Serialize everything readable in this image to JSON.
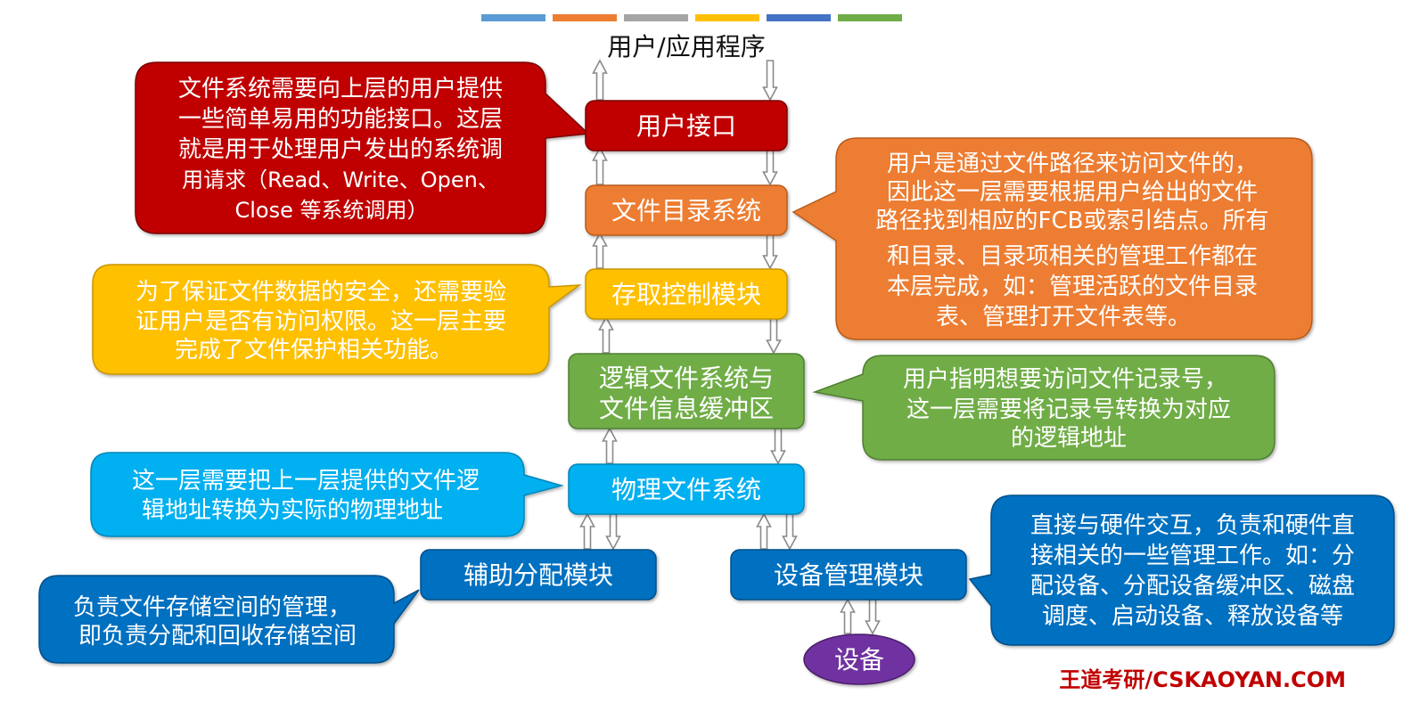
{
  "colors": {
    "red": "#c00000",
    "orange": "#ed7d31",
    "gold": "#ffc000",
    "green": "#70ad47",
    "sky": "#00b0f0",
    "blue": "#0070c0",
    "purple": "#7030a0",
    "brand": "#c00000"
  },
  "title_bar_colors": [
    "#5b9bd5",
    "#ed7d31",
    "#a5a5a5",
    "#ffc000",
    "#4472c4",
    "#70ad47"
  ],
  "top_label": "用户/应用程序",
  "layers": {
    "user_interface": "用户接口",
    "directory_system": "文件目录系统",
    "access_control": "存取控制模块",
    "logical_fs": [
      "逻辑文件系统与",
      "文件信息缓冲区"
    ],
    "physical_fs": "物理文件系统",
    "allocation": "辅助分配模块",
    "device_mgmt": "设备管理模块",
    "device": "设备"
  },
  "callouts": {
    "user_interface": [
      "文件系统需要向上层的用户提供",
      "一些简单易用的功能接口。这层",
      "就是用于处理用户发出的系统调",
      "用请求（Read、Write、Open、",
      "Close 等系统调用）"
    ],
    "directory_system": [
      "用户是通过文件路径来访问文件的，",
      "因此这一层需要根据用户给出的文件",
      "路径找到相应的FCB或索引结点。所有",
      "和目录、目录项相关的管理工作都在",
      "本层完成，如：管理活跃的文件目录",
      "表、管理打开文件表等。"
    ],
    "access_control": [
      "为了保证文件数据的安全，还需要验",
      "证用户是否有访问权限。这一层主要",
      "完成了文件保护相关功能。"
    ],
    "logical_fs": [
      "用户指明想要访问文件记录号，",
      "这一层需要将记录号转换为对应",
      "的逻辑地址"
    ],
    "physical_fs": [
      "这一层需要把上一层提供的文件逻",
      "辑地址转换为实际的物理地址"
    ],
    "allocation": [
      "负责文件存储空间的管理，",
      "即负责分配和回收存储空间"
    ],
    "device_mgmt": [
      "直接与硬件交互，负责和硬件直",
      "接相关的一些管理工作。如：分",
      "配设备、分配设备缓冲区、磁盘",
      "调度、启动设备、释放设备等"
    ]
  },
  "brand": "王道考研/CSKAOYAN.COM"
}
